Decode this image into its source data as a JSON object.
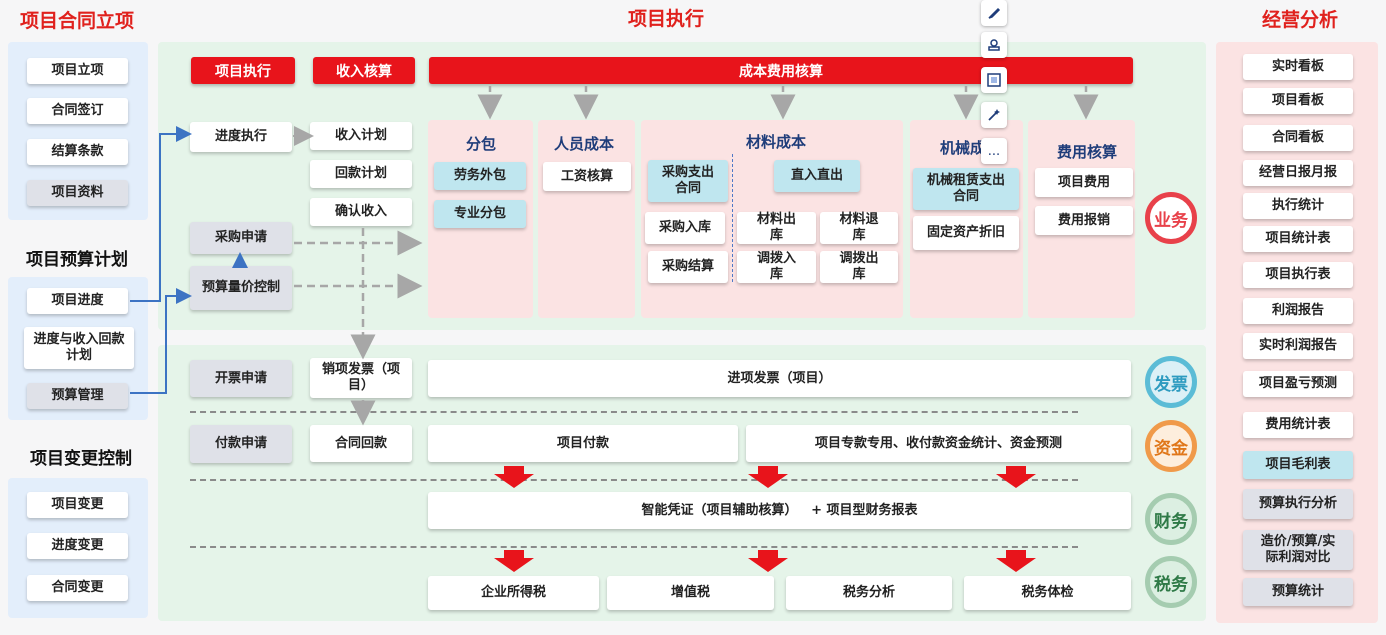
{
  "titles": {
    "left_top": "项目合同立项",
    "center": "项目执行",
    "right": "经营分析",
    "budget": "项目预算计划",
    "change": "项目变更控制"
  },
  "left_top_items": [
    "项目立项",
    "合同签订",
    "结算条款",
    "项目资料"
  ],
  "left_mid_items": [
    "项目进度",
    "进度与收入回款计划",
    "预算管理"
  ],
  "left_bot_items": [
    "项目变更",
    "进度变更",
    "合同变更"
  ],
  "right_items": [
    "实时看板",
    "项目看板",
    "合同看板",
    "经营日报月报",
    "执行统计",
    "项目统计表",
    "项目执行表",
    "利润报告",
    "实时利润报告",
    "项目盈亏预测",
    "费用统计表",
    "项目毛利表",
    "预算执行分析",
    "造价/预算/实际利润对比",
    "预算统计"
  ],
  "headers": {
    "exec": "项目执行",
    "income": "收入核算",
    "cost": "成本费用核算"
  },
  "exec_col": {
    "progress": "进度执行",
    "purchase": "采购申请",
    "budget_ctrl": "预算量价控制"
  },
  "income_col": [
    "收入计划",
    "回款计划",
    "确认收入"
  ],
  "sections": {
    "sub": {
      "title": "分包",
      "items": [
        "劳务外包",
        "专业分包"
      ]
    },
    "labor": {
      "title": "人员成本",
      "items": [
        "工资核算"
      ]
    },
    "material": {
      "title": "材料成本",
      "items": [
        "采购支出合同",
        "直入直出",
        "采购入库",
        "材料出库",
        "材料退库",
        "采购结算",
        "调拨入库",
        "调拨出库"
      ]
    },
    "machine": {
      "title": "机械成",
      "items": [
        "机械租赁支出合同",
        "固定资产折旧"
      ]
    },
    "expense": {
      "title": "费用核算",
      "items": [
        "项目费用",
        "费用报销"
      ]
    }
  },
  "lower": {
    "invoice_apply": "开票申请",
    "sales_invoice": "销项发票（项目）",
    "input_invoice": "进项发票（项目）",
    "pay_apply": "付款申请",
    "contract_collect": "合同回款",
    "project_pay": "项目付款",
    "fund_stats": "项目专款专用、收付款资金统计、资金预测",
    "voucher": "智能凭证（项目辅助核算）   + 项目型财务报表",
    "taxes": [
      "企业所得税",
      "增值税",
      "税务分析",
      "税务体检"
    ]
  },
  "circles": [
    {
      "label": "业务",
      "color": "#e8414a"
    },
    {
      "label": "发票",
      "color": "#5bbcd6"
    },
    {
      "label": "资金",
      "color": "#f09a4a"
    },
    {
      "label": "财务",
      "color": "#7fb48a"
    },
    {
      "label": "税务",
      "color": "#7fb48a"
    }
  ],
  "toolbar": {
    "icons": [
      "brush-icon",
      "stamp-icon",
      "frame-icon",
      "magic-wand-icon",
      "more-icon"
    ],
    "more": "..."
  }
}
